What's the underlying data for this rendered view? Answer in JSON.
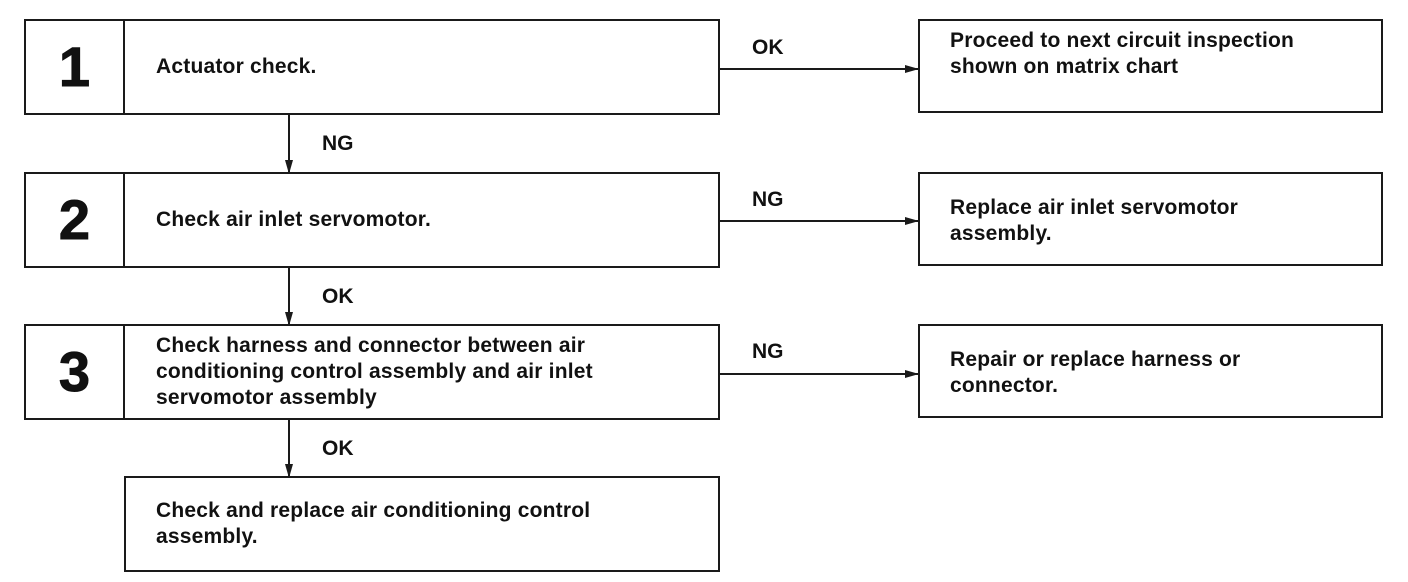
{
  "steps": [
    {
      "number": "1",
      "text": "Actuator check."
    },
    {
      "number": "2",
      "text": "Check air inlet servomotor."
    },
    {
      "number": "3",
      "text": "Check harness and connector between air\nconditioning control assembly and air inlet\nservomotor assembly"
    }
  ],
  "outcomes": [
    {
      "text": "Proceed to next circuit inspection\nshown on matrix chart"
    },
    {
      "text": "Replace air inlet servomotor\nassembly."
    },
    {
      "text": "Repair or replace harness or\nconnector."
    }
  ],
  "final_step": {
    "text": "Check and replace air conditioning control\nassembly."
  },
  "branch_labels": {
    "step1_right": "OK",
    "step1_down": "NG",
    "step2_right": "NG",
    "step2_down": "OK",
    "step3_right": "NG",
    "step3_down": "OK"
  }
}
